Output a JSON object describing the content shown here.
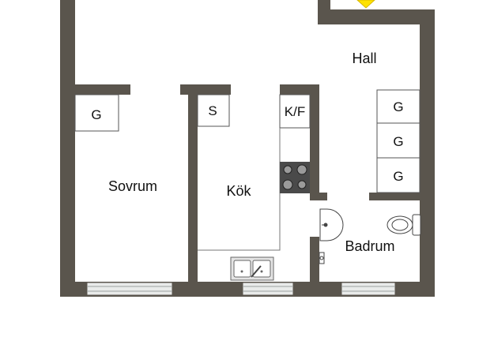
{
  "rooms": {
    "hall": "Hall",
    "sovrum": "Sovrum",
    "kok": "Kök",
    "badrum": "Badrum"
  },
  "fixtures": {
    "wardrobe_bedroom": "G",
    "kitchen_cabinet": "S",
    "fridge_freezer": "K/F",
    "hall_wardrobes": [
      "G",
      "G",
      "G"
    ]
  },
  "colors": {
    "wall": "#5a554d",
    "window": "#e9ebea",
    "marker": "#ffe200",
    "background": "#ffffff"
  }
}
